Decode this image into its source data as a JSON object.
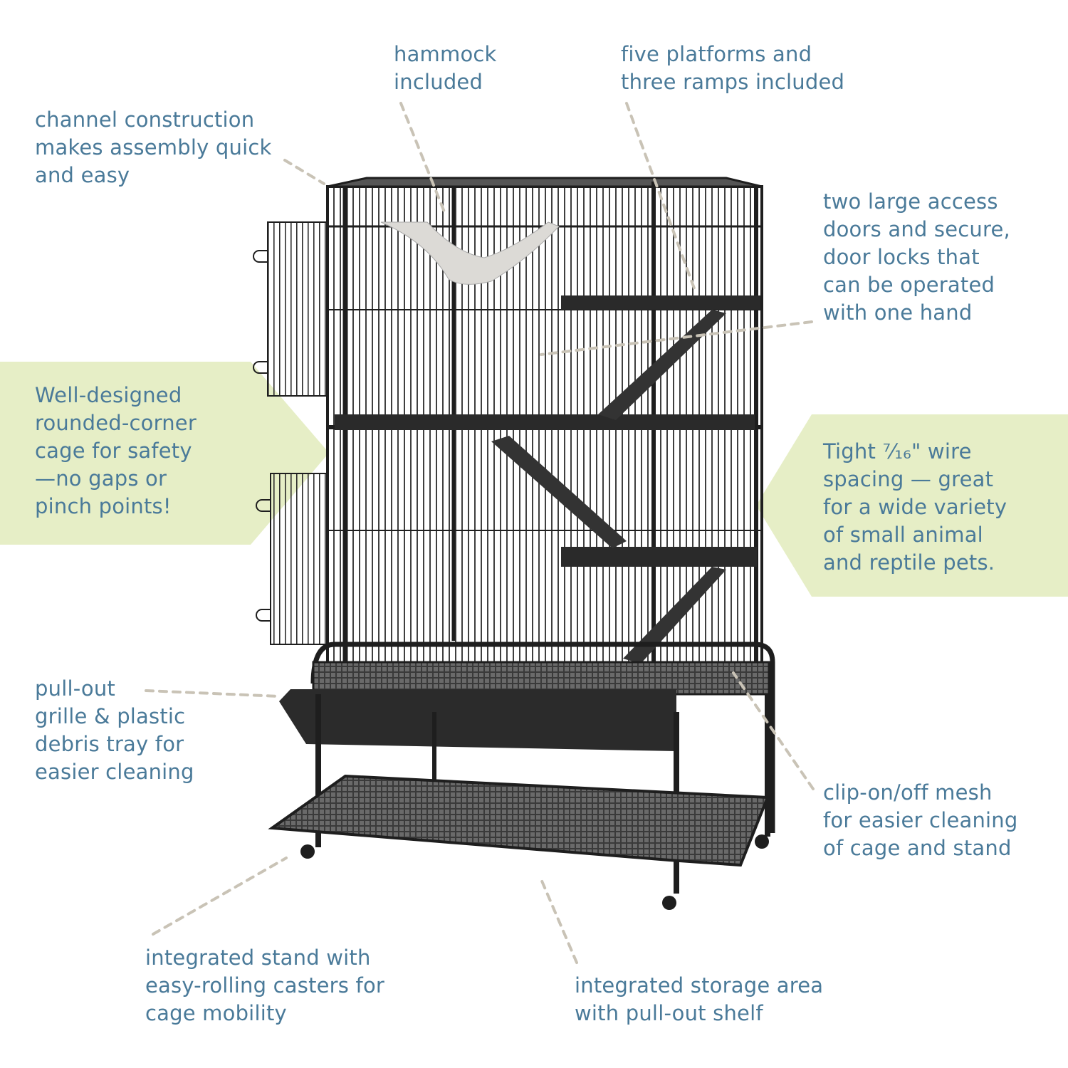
{
  "diagram": {
    "subject": "small animal cage with stand",
    "colors": {
      "text": "#4a7a99",
      "highlight_band": "#e6eec6",
      "leader_line": "#c9c3b6",
      "cage": "#1e1e1e",
      "hammock": "#dcdad6"
    }
  },
  "callouts": {
    "hammock": {
      "text": "hammock\nincluded"
    },
    "platforms": {
      "text": "five platforms and\nthree ramps included"
    },
    "channel": {
      "text": "channel construction\nmakes assembly quick\nand easy"
    },
    "doors": {
      "text": "two large access\ndoors and secure,\ndoor locks that\ncan be operated\nwith one hand"
    },
    "rounded": {
      "text": "Well-designed\nrounded-corner\ncage for safety\n—no gaps or\npinch points!"
    },
    "spacing": {
      "text": "Tight ⁷⁄₁₆\" wire\nspacing — great\nfor a wide variety\nof small animal\nand reptile pets."
    },
    "tray": {
      "text": "pull-out\ngrille & plastic\ndebris tray for\neasier cleaning"
    },
    "mesh": {
      "text": "clip-on/off mesh\nfor easier cleaning\nof cage and stand"
    },
    "casters": {
      "text": "integrated stand with\neasy-rolling casters for\ncage mobility"
    },
    "storage": {
      "text": "integrated storage area\nwith pull-out shelf"
    }
  }
}
